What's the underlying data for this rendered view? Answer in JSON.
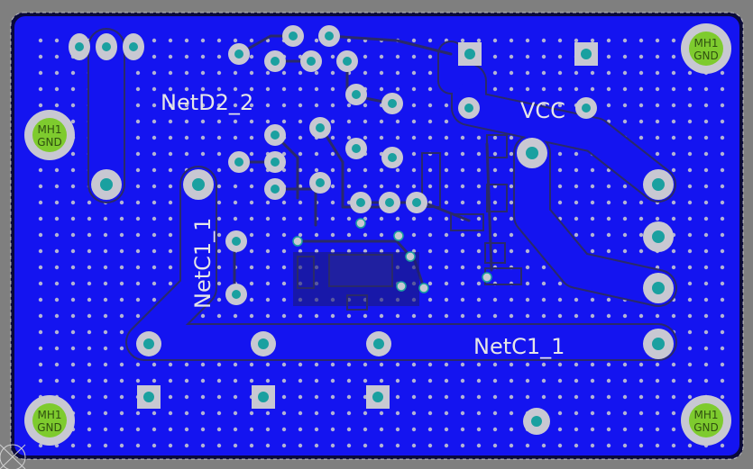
{
  "board": {
    "colors": {
      "background": "#7f7f7f",
      "copper": "#1414f0",
      "trace_outline": "#2a2a6a",
      "pad": "#c8c8d2",
      "drill": "#1aa0a0",
      "mount_hole": "#7ecb2e",
      "via": "#bfbfbf"
    },
    "net_labels": {
      "netd2_2": "NetD2_2",
      "vcc": "VCC",
      "netc1_1_vertical": "NetC1_1",
      "netc1_1_bottom": "NetC1_1"
    },
    "mount_holes": [
      {
        "line1": "MH1",
        "line2": "GND"
      },
      {
        "line1": "MH1",
        "line2": "GND"
      },
      {
        "line1": "MH1",
        "line2": "GND"
      },
      {
        "line1": "MH1",
        "line2": "GND"
      }
    ]
  }
}
